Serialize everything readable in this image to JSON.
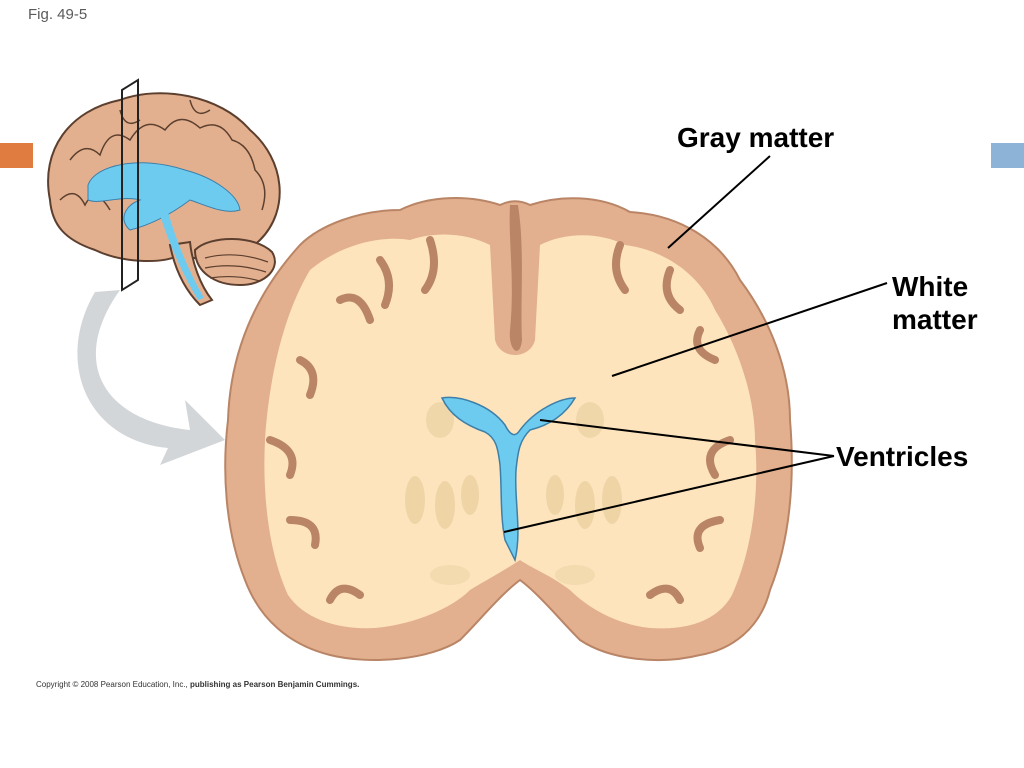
{
  "figure": {
    "label": "Fig. 49-5"
  },
  "labels": {
    "gray_matter": "Gray matter",
    "white_matter": "White matter",
    "ventricles": "Ventricles"
  },
  "copyright": {
    "prefix": "Copyright © 2008 Pearson Education, Inc.,",
    "suffix": "publishing as Pearson Benjamin Cummings."
  },
  "colors": {
    "gray_matter": "#e3b08f",
    "gray_matter_outline": "#b98566",
    "white_matter": "#fde4bd",
    "ventricle": "#6ecbf0",
    "arrow": "#d3d6d8",
    "accent_left": "#e07c3f",
    "accent_right": "#8db3d6"
  }
}
